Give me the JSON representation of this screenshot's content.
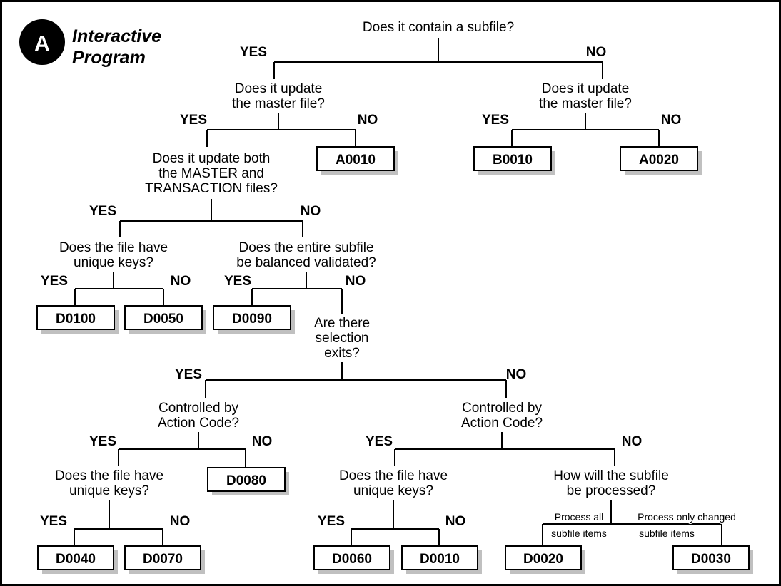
{
  "page": {
    "title": "Interactive Program decision tree",
    "border_color": "#000000",
    "background": "#ffffff"
  },
  "logo": {
    "badge_letter": "A",
    "badge_color": "#000000",
    "title_line1": "Interactive",
    "title_line2": "Program"
  },
  "labels": {
    "yes": "YES",
    "no": "NO"
  },
  "questions": {
    "root": "Does it contain a subfile?",
    "update_master_left": [
      "Does it update",
      "the master file?"
    ],
    "update_master_right": [
      "Does it update",
      "the master file?"
    ],
    "update_both": [
      "Does it update both",
      "the MASTER and",
      "TRANSACTION files?"
    ],
    "unique_keys_1": [
      "Does the file have",
      "unique keys?"
    ],
    "entire_subfile": [
      "Does the entire subfile",
      "be balanced validated?"
    ],
    "selection_exits": [
      "Are there",
      "selection",
      "exits?"
    ],
    "action_code_left": [
      "Controlled by",
      "Action Code?"
    ],
    "action_code_right": [
      "Controlled by",
      "Action Code?"
    ],
    "unique_keys_2": [
      "Does the file have",
      "unique keys?"
    ],
    "unique_keys_3": [
      "Does the file have",
      "unique keys?"
    ],
    "subfile_processed": [
      "How will the subfile",
      "be processed?"
    ]
  },
  "edge_labels": {
    "process_all": [
      "Process all",
      "subfile items"
    ],
    "process_changed": [
      "Process only changed",
      "subfile items"
    ]
  },
  "boxes": {
    "a0010": "A0010",
    "b0010": "B0010",
    "a0020": "A0020",
    "d0100": "D0100",
    "d0050": "D0050",
    "d0090": "D0090",
    "d0080": "D0080",
    "d0040": "D0040",
    "d0070": "D0070",
    "d0060": "D0060",
    "d0010": "D0010",
    "d0020": "D0020",
    "d0030": "D0030"
  }
}
